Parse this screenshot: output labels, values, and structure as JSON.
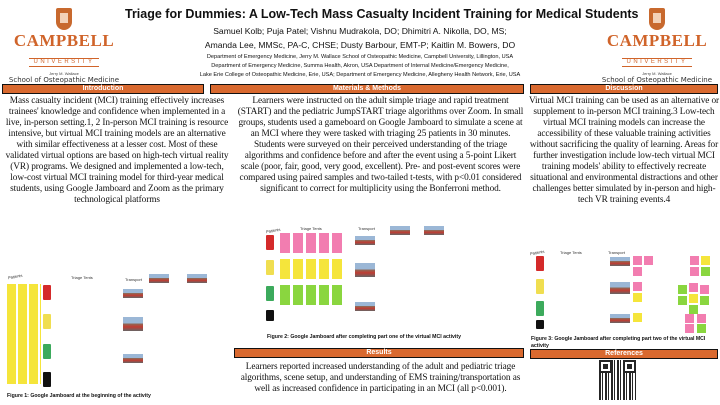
{
  "logo": {
    "name": "CAMPBELL",
    "sub": "UNIVERSITY",
    "jerry": "Jerry M. Wallace",
    "school": "School of Osteopathic Medicine"
  },
  "title": "Triage for Dummies: A Low-Tech Mass Casualty Incident Training for Medical Students",
  "authors_line1": "Samuel Kolb; Puja Patel; Vishnu Mudrakola, DO; Dhimitri A. Nikolla, DO, MS;",
  "authors_line2": "Amanda Lee, MMSc, PA-C, CHSE; Dusty Barbour, EMT-P; Kaitlin M. Bowers, DO",
  "aff1": "Department of Emergency Medicine, Jerry M. Wallace School of Osteopathic Medicine, Campbell University, Lillington, USA",
  "aff2": "Department of Emergency Medicine, Summa Health, Akron, USA",
  "aff3": "Department of Internal Medicine/Emergency Medicine,",
  "aff4": "Lake Erie College of Osteopathic Medicine, Erie, USA; Department of Emergency Medicine, Allegheny Health Network, Erie, USA",
  "sections": {
    "intro": {
      "heading": "Introduction",
      "text": "Mass casualty incident (MCI) training effectively increases trainees' knowledge and confidence when implemented in a live, in-person setting.1, 2 In-person MCI training is resource intensive, but virtual MCI training models are an alternative with similar effectiveness at a lesser cost. Most of these validated virtual options are based on high-tech virtual reality (VR) programs. We designed and implemented a low-tech, low-cost virtual MCI training model for third-year medical students, using Google Jamboard and Zoom as the primary technological platforms"
    },
    "methods": {
      "heading": "Materials & Methods",
      "text": "Learners were instructed on the adult simple triage and rapid treatment (START) and the pediatric JumpSTART triage algorithms over Zoom. In small groups, students used a gameboard on Google Jamboard to simulate a scene at an MCI where they were tasked with triaging 25 patients in 30 minutes. Students were surveyed on their perceived understanding of the triage algorithms and confidence before and after the event using a 5-point Likert scale (poor, fair, good, very good, excellent). Pre- and post-event scores were compared using paired samples and two-tailed t-tests, with p<0.01 considered significant to correct for multiplicity using the Bonferroni method."
    },
    "results": {
      "heading": "Results",
      "text": "Learners reported increased understanding of the adult and pediatric triage algorithms, scene setup, and understanding of EMS training/transportation as well as increased confidence in participating in an MCI (all p<0.001)."
    },
    "discussion": {
      "heading": "Discussion",
      "text": "Virtual MCI training can be used as an alternative or supplement to in-person MCI training.3 Low-tech virtual MCI training models can increase the accessibility of these valuable training activities without sacrificing the quality of learning. Areas for further investigation include low-tech virtual MCI training models' ability to effectively recreate situational and environmental distractions and other challenges better simulated by in-person and high-tech VR training events.4"
    },
    "references": {
      "heading": "References"
    }
  },
  "figures": {
    "fig1": "Figure 1: Google Jamboard at the beginning of the activity",
    "fig2": "Figure 2: Google Jamboard after completing part one of the virtual MCI activity",
    "fig3": "Figure 3: Google Jamboard after completing part two of the virtual MCI activity",
    "labels": {
      "patients": "Patients",
      "tents": "Triage Tents",
      "transport": "Transport"
    }
  },
  "colors": {
    "accent": "#d9692f",
    "brand": "#d0642a"
  }
}
